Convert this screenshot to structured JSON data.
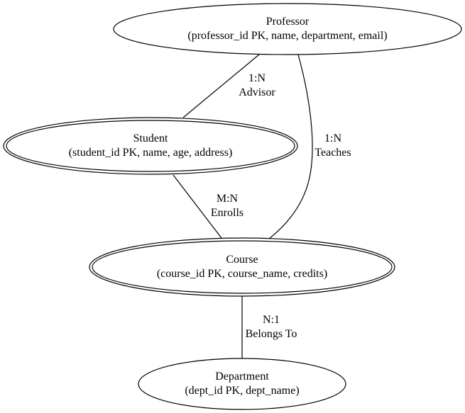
{
  "entities": {
    "professor": {
      "name": "Professor",
      "attributes": "(professor_id PK, name, department, email)",
      "weak": false
    },
    "student": {
      "name": "Student",
      "attributes": "(student_id PK, name, age, address)",
      "weak": true
    },
    "course": {
      "name": "Course",
      "attributes": "(course_id PK, course_name, credits)",
      "weak": true
    },
    "department": {
      "name": "Department",
      "attributes": "(dept_id PK, dept_name)",
      "weak": false
    }
  },
  "relationships": {
    "advisor": {
      "from": "Professor",
      "to": "Student",
      "cardinality": "1:N",
      "label": "Advisor"
    },
    "teaches": {
      "from": "Professor",
      "to": "Course",
      "cardinality": "1:N",
      "label": "Teaches"
    },
    "enrolls": {
      "from": "Student",
      "to": "Course",
      "cardinality": "M:N",
      "label": "Enrolls"
    },
    "belongs_to": {
      "from": "Course",
      "to": "Department",
      "cardinality": "N:1",
      "label": "Belongs To"
    }
  },
  "colors": {
    "stroke": "#000000",
    "fill": "#ffffff",
    "background": "#ffffff"
  }
}
